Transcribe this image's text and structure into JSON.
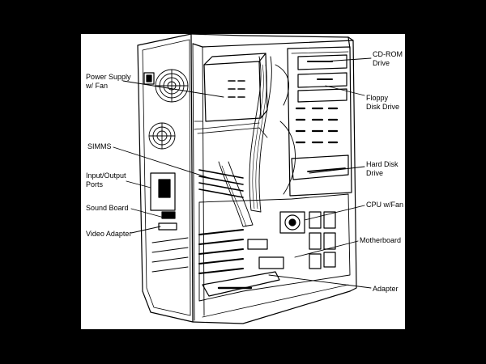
{
  "colors": {
    "background": "#000000",
    "panel": "#ffffff",
    "ink": "#000000"
  },
  "labels": {
    "cdrom": "CD-ROM\nDrive",
    "floppy": "Floppy\nDisk Drive",
    "hdd": "Hard Disk\nDrive",
    "cpu": "CPU w/Fan",
    "motherboard": "Motherboard",
    "adapter": "Adapter",
    "psu": "Power Supply\nw/ Fan",
    "simms": "SIMMS",
    "io": "Input/Output\nPorts",
    "sound": "Sound Board",
    "video": "Video Adapter"
  }
}
